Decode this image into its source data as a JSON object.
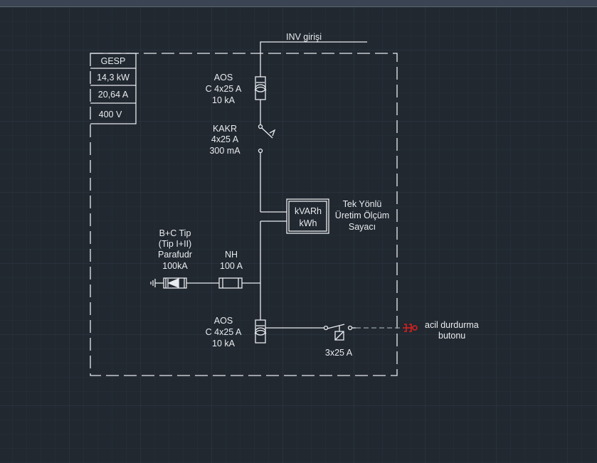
{
  "colors": {
    "background": "#212830",
    "grid_minor": "#28303a",
    "grid_major": "#2f3845",
    "line": "#e9ecef",
    "accent_red": "#e02020"
  },
  "gesp": {
    "title": "GESP",
    "power": "14,3 kW",
    "current": "20,64 A",
    "voltage": "400 V"
  },
  "inv_label": "INV girişi",
  "aos_top": {
    "line1": "AOS",
    "line2": "C 4x25 A",
    "line3": "10 kA"
  },
  "kakr": {
    "line1": "KAKR",
    "line2": "4x25 A",
    "line3": "300 mA"
  },
  "meter": {
    "line1": "kVARh",
    "line2": "kWh",
    "desc1": "Tek Yönlü",
    "desc2": "Üretim Ölçüm",
    "desc3": "Sayacı"
  },
  "surge": {
    "line1": "B+C Tip",
    "line2": "(Tip I+II)",
    "line3": "Parafudr",
    "line4": "100kA"
  },
  "nh": {
    "line1": "NH",
    "line2": "100 A"
  },
  "aos_bottom": {
    "line1": "AOS",
    "line2": "C 4x25 A",
    "line3": "10 kA"
  },
  "contactor": {
    "rating": "3x25 A"
  },
  "emergency": {
    "line1": "acil durdurma",
    "line2": "butonu"
  }
}
